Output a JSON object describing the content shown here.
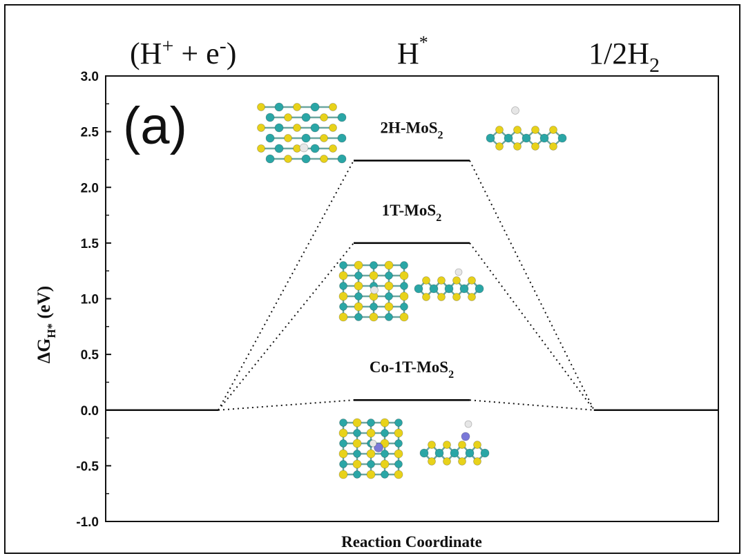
{
  "header": {
    "left_label": "(H+ + e-)",
    "middle_label": "H*",
    "right_label": "1/2H2"
  },
  "panel_label": "(a)",
  "chart_data": {
    "type": "line",
    "title": "",
    "xlabel": "Reaction Coordinate",
    "ylabel": "ΔGH* (eV)",
    "ylim": [
      -1.0,
      3.0
    ],
    "yticks": [
      "3.0",
      "2.5",
      "2.0",
      "1.5",
      "1.0",
      "0.5",
      "0.0",
      "-0.5",
      "-1.0"
    ],
    "states": [
      "(H+ + e-)",
      "H*",
      "1/2H2"
    ],
    "series": [
      {
        "name": "2H-MoS2",
        "values": [
          0.0,
          2.24,
          0.0
        ],
        "color": "#000000"
      },
      {
        "name": "1T-MoS2",
        "values": [
          0.0,
          1.5,
          0.0
        ],
        "color": "#000000"
      },
      {
        "name": "Co-1T-MoS2",
        "values": [
          0.0,
          0.09,
          0.0
        ],
        "color": "#000000"
      }
    ],
    "series_labels": [
      {
        "base": "2H-MoS",
        "sub": "2"
      },
      {
        "base": "1T-MoS",
        "sub": "2"
      },
      {
        "base": "Co-1T-MoS",
        "sub": "2"
      }
    ],
    "colors": {
      "mo_atom": "#2aa6a6",
      "s_atom": "#e8d21a",
      "h_atom": "#e6e6e6",
      "co_atom": "#7a78d8"
    }
  }
}
